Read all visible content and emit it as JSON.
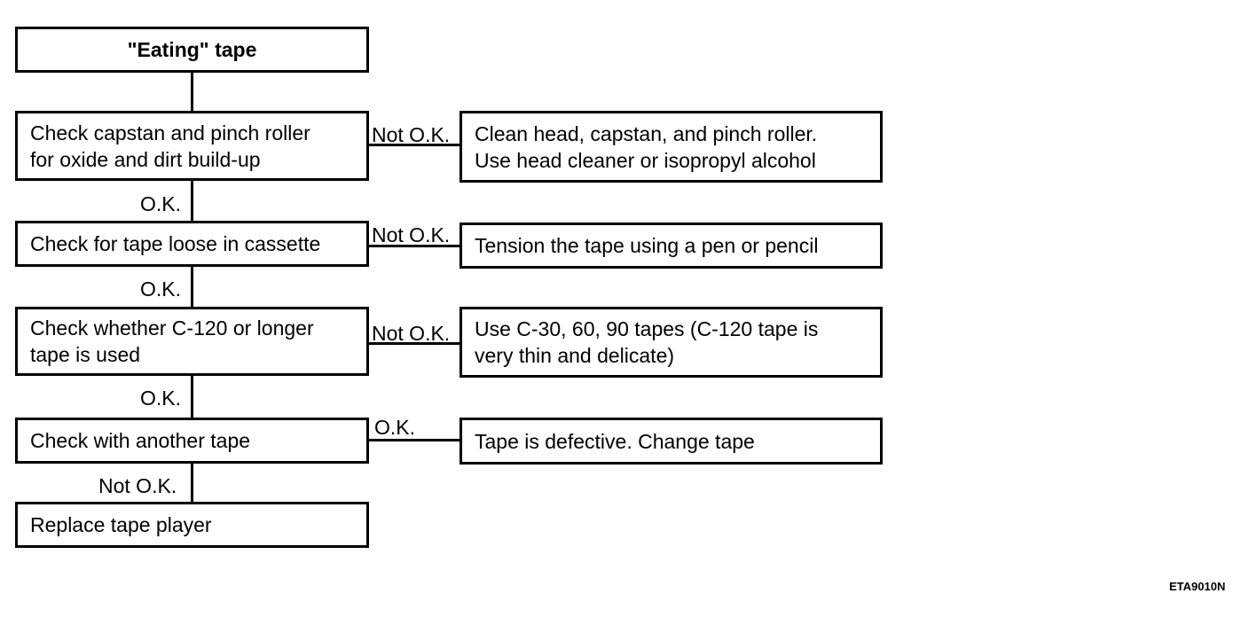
{
  "flowchart": {
    "title": "\"Eating\" tape",
    "steps": [
      {
        "check": "Check capstan and pinch roller\nfor oxide and dirt build-up",
        "branch_label": "Not O.K.",
        "action": "Clean head, capstan, and pinch roller.\nUse head cleaner or isopropyl alcohol",
        "next_label": "O.K."
      },
      {
        "check": "Check for tape loose in cassette",
        "branch_label": "Not O.K.",
        "action": "Tension the tape using a pen or pencil",
        "next_label": "O.K."
      },
      {
        "check": "Check whether C-120 or longer\ntape is used",
        "branch_label": "Not O.K.",
        "action": "Use C-30, 60, 90 tapes (C-120 tape is\n very thin and delicate)",
        "next_label": "O.K."
      },
      {
        "check": "Check with another tape",
        "branch_label": "O.K.",
        "action": "Tape is defective. Change tape",
        "next_label": "Not O.K."
      }
    ],
    "final": "Replace tape player"
  },
  "figure_code": "ETA9010N"
}
